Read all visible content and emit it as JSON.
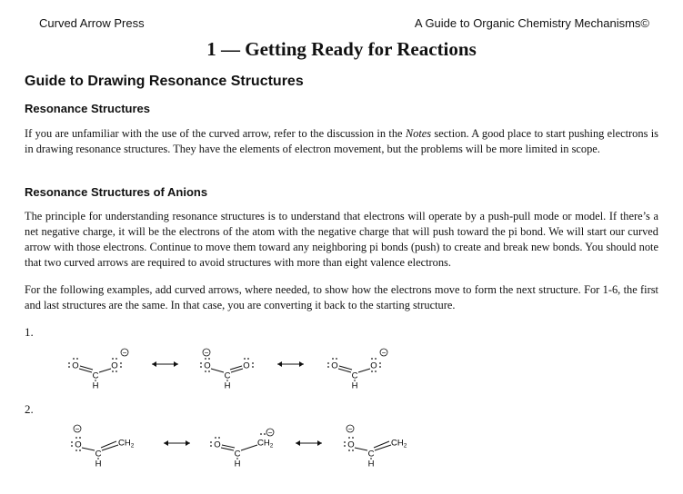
{
  "header": {
    "left": "Curved Arrow Press",
    "right": "A Guide to Organic Chemistry Mechanisms©"
  },
  "chapter_title": "1 — Getting Ready for Reactions",
  "section_title": "Guide to Drawing Resonance Structures",
  "sub1": {
    "title": "Resonance Structures",
    "para_before": "If you are unfamiliar with the use of the curved arrow, refer to the discussion in the ",
    "para_italic": "Notes",
    "para_after": " section. A good place to start pushing electrons is in drawing resonance structures. They have the elements of electron movement, but the problems will be more limited in scope."
  },
  "sub2": {
    "title": "Resonance Structures of Anions",
    "para1": "The principle for understanding resonance structures is to understand that electrons will operate by a push-pull mode or model. If there’s a net negative charge, it will be the electrons of the atom with the negative charge that will push toward the pi bond. We will start our curved arrow with those electrons. Continue to move them toward any neighboring pi bonds (push) to create and break new bonds. You should note that two curved arrows are required to avoid structures with more than eight valence electrons.",
    "para2": "For the following examples, add curved arrows, where needed, to show how the electrons move to form the next structure. For 1-6, the first and last structures are the same. In that case, you are converting it back to the starting structure."
  },
  "problems": [
    {
      "number": "1."
    },
    {
      "number": "2."
    }
  ],
  "atoms": {
    "O": "O",
    "C": "C",
    "H": "H",
    "CH2": "CH",
    "sub2": "2",
    "minus": "−"
  }
}
